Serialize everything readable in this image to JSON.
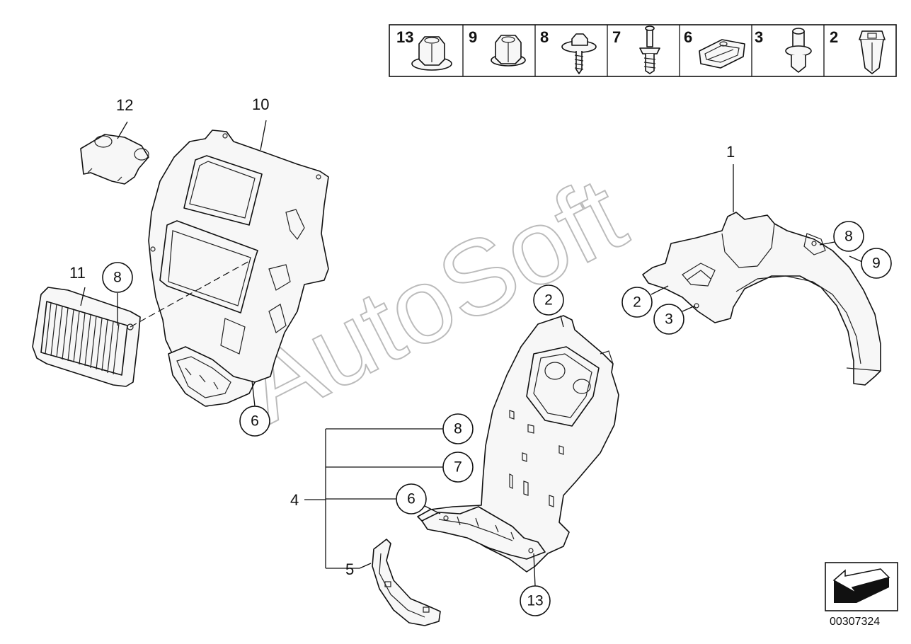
{
  "header_parts": [
    {
      "num": "13",
      "icon": "nut-with-washer-icon"
    },
    {
      "num": "9",
      "icon": "hex-nut-icon"
    },
    {
      "num": "8",
      "icon": "screw-with-washer-icon"
    },
    {
      "num": "7",
      "icon": "expanding-rivet-icon"
    },
    {
      "num": "6",
      "icon": "spring-clip-icon"
    },
    {
      "num": "3",
      "icon": "push-rivet-icon"
    },
    {
      "num": "2",
      "icon": "clip-nut-icon"
    }
  ],
  "labels": {
    "l1": "1",
    "l4": "4",
    "l5": "5",
    "l10": "10",
    "l11": "11",
    "l12": "12"
  },
  "circles": {
    "c8_right": "8",
    "c9_right": "9",
    "c2_right": "2",
    "c3_right": "3",
    "c2_mid": "2",
    "c8_left": "8",
    "c6_left": "6",
    "c8_group": "8",
    "c7_group": "7",
    "c6_group": "6",
    "c13_bottom": "13"
  },
  "watermark": "AutoSoft",
  "diagram_id": "00307324",
  "colors": {
    "line": "#111111",
    "fill": "#f7f7f7",
    "watermark": "#bbbbbb"
  }
}
